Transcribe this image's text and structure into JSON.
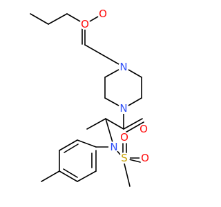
{
  "colors": {
    "bond": "#000000",
    "carbon": "#000000",
    "oxygen": "#ff0d0d",
    "nitrogen": "#3050f8",
    "sulfur": "#c8a000"
  },
  "molecule": {
    "atoms": [
      {
        "id": "O_carbonyl_ester",
        "label": "O",
        "element": "oxygen"
      },
      {
        "id": "O_ether_ester",
        "label": "O",
        "element": "oxygen"
      },
      {
        "id": "N_piperazine_1",
        "label": "N",
        "element": "nitrogen"
      },
      {
        "id": "N_piperazine_4",
        "label": "N",
        "element": "nitrogen"
      },
      {
        "id": "O_amide",
        "label": "O",
        "element": "oxygen"
      },
      {
        "id": "N_sulfonamide",
        "label": "N",
        "element": "nitrogen"
      },
      {
        "id": "S_sulfonyl",
        "label": "S",
        "element": "sulfur"
      },
      {
        "id": "O_sulfonyl_1",
        "label": "O",
        "element": "oxygen"
      },
      {
        "id": "O_sulfonyl_2",
        "label": "O",
        "element": "oxygen"
      }
    ]
  }
}
